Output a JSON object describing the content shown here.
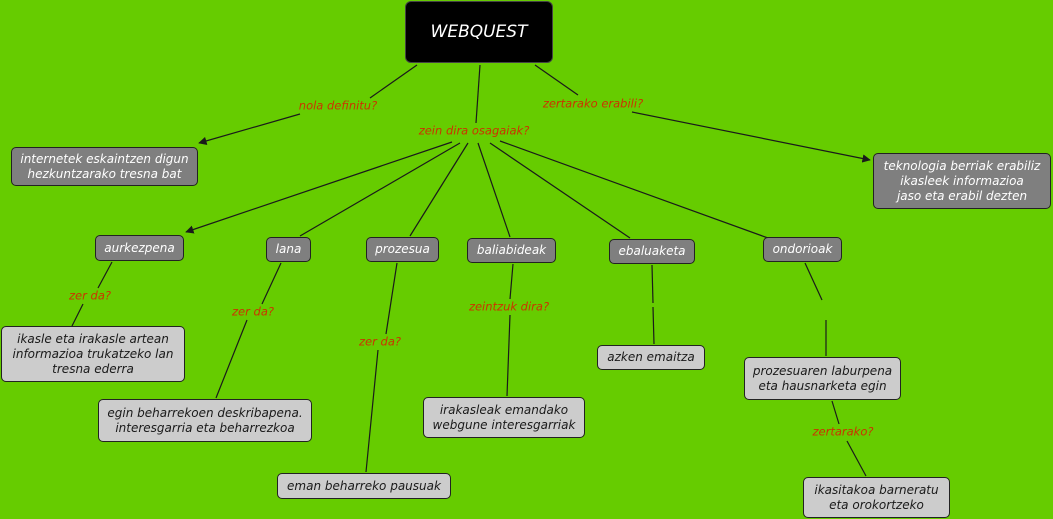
{
  "colors": {
    "background": "#66cc00",
    "root_fill": "#000000",
    "concept_fill": "#7f7f7f",
    "detail_fill": "#cccccc",
    "link_label": "#cc3300",
    "line": "#1a1a1a"
  },
  "nodes": {
    "root": "WEBQUEST",
    "definition": "internetek eskaintzen digun\nhezkuntzarako tresna bat",
    "purpose": "teknologia berriak erabiliz\nikasleek informazioa\njaso eta erabil dezten",
    "aurkezpena": "aurkezpena",
    "lana": "lana",
    "prozesua": "prozesua",
    "baliabideak": "baliabideak",
    "ebaluaketa": "ebaluaketa",
    "ondorioak": "ondorioak",
    "aurkezpena_desc": "ikasle eta irakasle artean\ninformazioa trukatzeko lan\ntresna ederra",
    "lana_desc": "egin beharrekoen deskribapena.\ninteresgarria eta beharrezkoa",
    "prozesua_desc": "eman beharreko pausuak",
    "baliabideak_desc": "irakasleak emandako\nwebgune interesgarriak",
    "ebaluaketa_desc": "azken emaitza",
    "ondorioak_desc": "prozesuaren laburpena\neta hausnarketa egin",
    "ondorioak_goal": "ikasitakoa barneratu\neta orokortzeko"
  },
  "labels": {
    "nola_definitu": "nola definitu?",
    "zein_dira": "zein dira osagaiak?",
    "zertarako_erabili": "zertarako erabili?",
    "zer_da_1": "zer da?",
    "zer_da_2": "zer da?",
    "zer_da_3": "zer da?",
    "zeintzuk_dira": "zeintzuk dira?",
    "zertarako": "zertarako?"
  }
}
